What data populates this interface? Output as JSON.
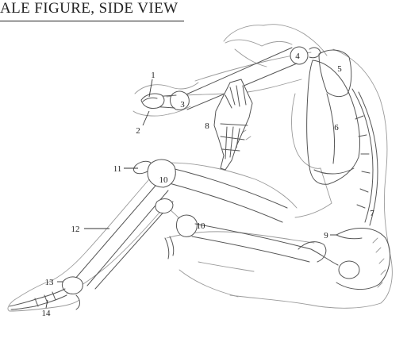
{
  "title": "ALE FIGURE, SIDE VIEW",
  "labels": {
    "l1": "1",
    "l2": "2",
    "l3": "3",
    "l4": "4",
    "l5": "5",
    "l6": "6",
    "l7": "7",
    "l8": "8",
    "l9": "9",
    "l10a": "10",
    "l10b": "10",
    "l11": "11",
    "l12": "12",
    "l13": "13",
    "l14": "14"
  }
}
